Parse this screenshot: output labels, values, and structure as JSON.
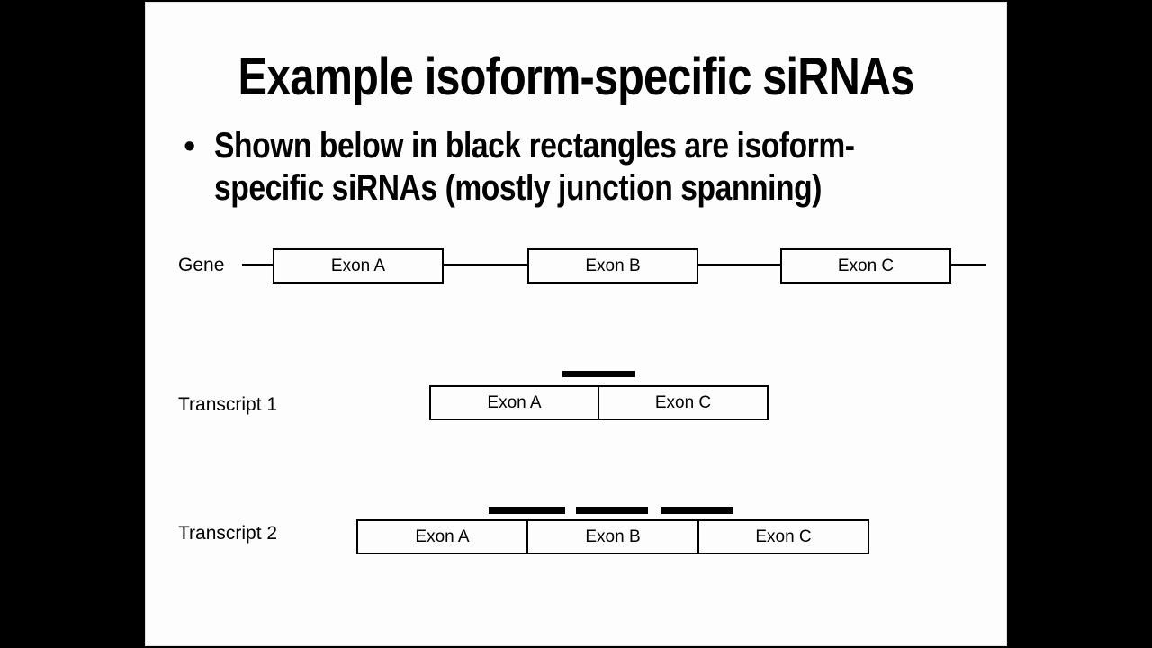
{
  "slide": {
    "title": "Example isoform-specific siRNAs",
    "bullet_marker": "•",
    "bullet_line1": "Shown below in black rectangles are isoform-",
    "bullet_line2": "specific siRNAs (mostly junction spanning)",
    "colors": {
      "letterbox": "#000000",
      "slide_bg": "#fdfdfd",
      "ink": "#000000"
    },
    "diagram": {
      "gene": {
        "label": "Gene",
        "exons": [
          "Exon A",
          "Exon B",
          "Exon C"
        ]
      },
      "transcript1": {
        "label": "Transcript 1",
        "exons": [
          "Exon A",
          "Exon C"
        ],
        "sirna_bar_count": 1
      },
      "transcript2": {
        "label": "Transcript 2",
        "exons": [
          "Exon A",
          "Exon B",
          "Exon C"
        ],
        "sirna_bar_count": 3
      }
    }
  }
}
